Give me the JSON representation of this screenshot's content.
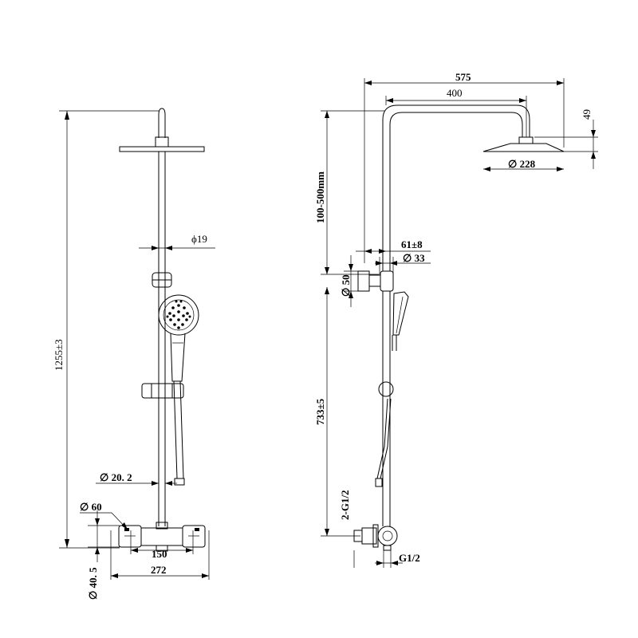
{
  "front_view": {
    "total_height": "1255±3",
    "riser_diameter": "ϕ19",
    "bar_diameter": "∅ 20. 2",
    "outlet_diameter": "∅ 60",
    "center_distance": "150",
    "body_width": "272",
    "body_depth": "∅ 40. 5"
  },
  "side_view": {
    "arm_length": "575",
    "arm_reach": "400",
    "head_drop": "49",
    "head_diameter": "∅ 228",
    "adjustable_range": "100-500mm",
    "bracket_offset": "61±8",
    "bracket_tube": "∅ 33",
    "wall_plate": "∅ 50",
    "lower_height": "733±5",
    "inlet_thread": "2-G1/2",
    "outlet_thread": "G1/2"
  }
}
